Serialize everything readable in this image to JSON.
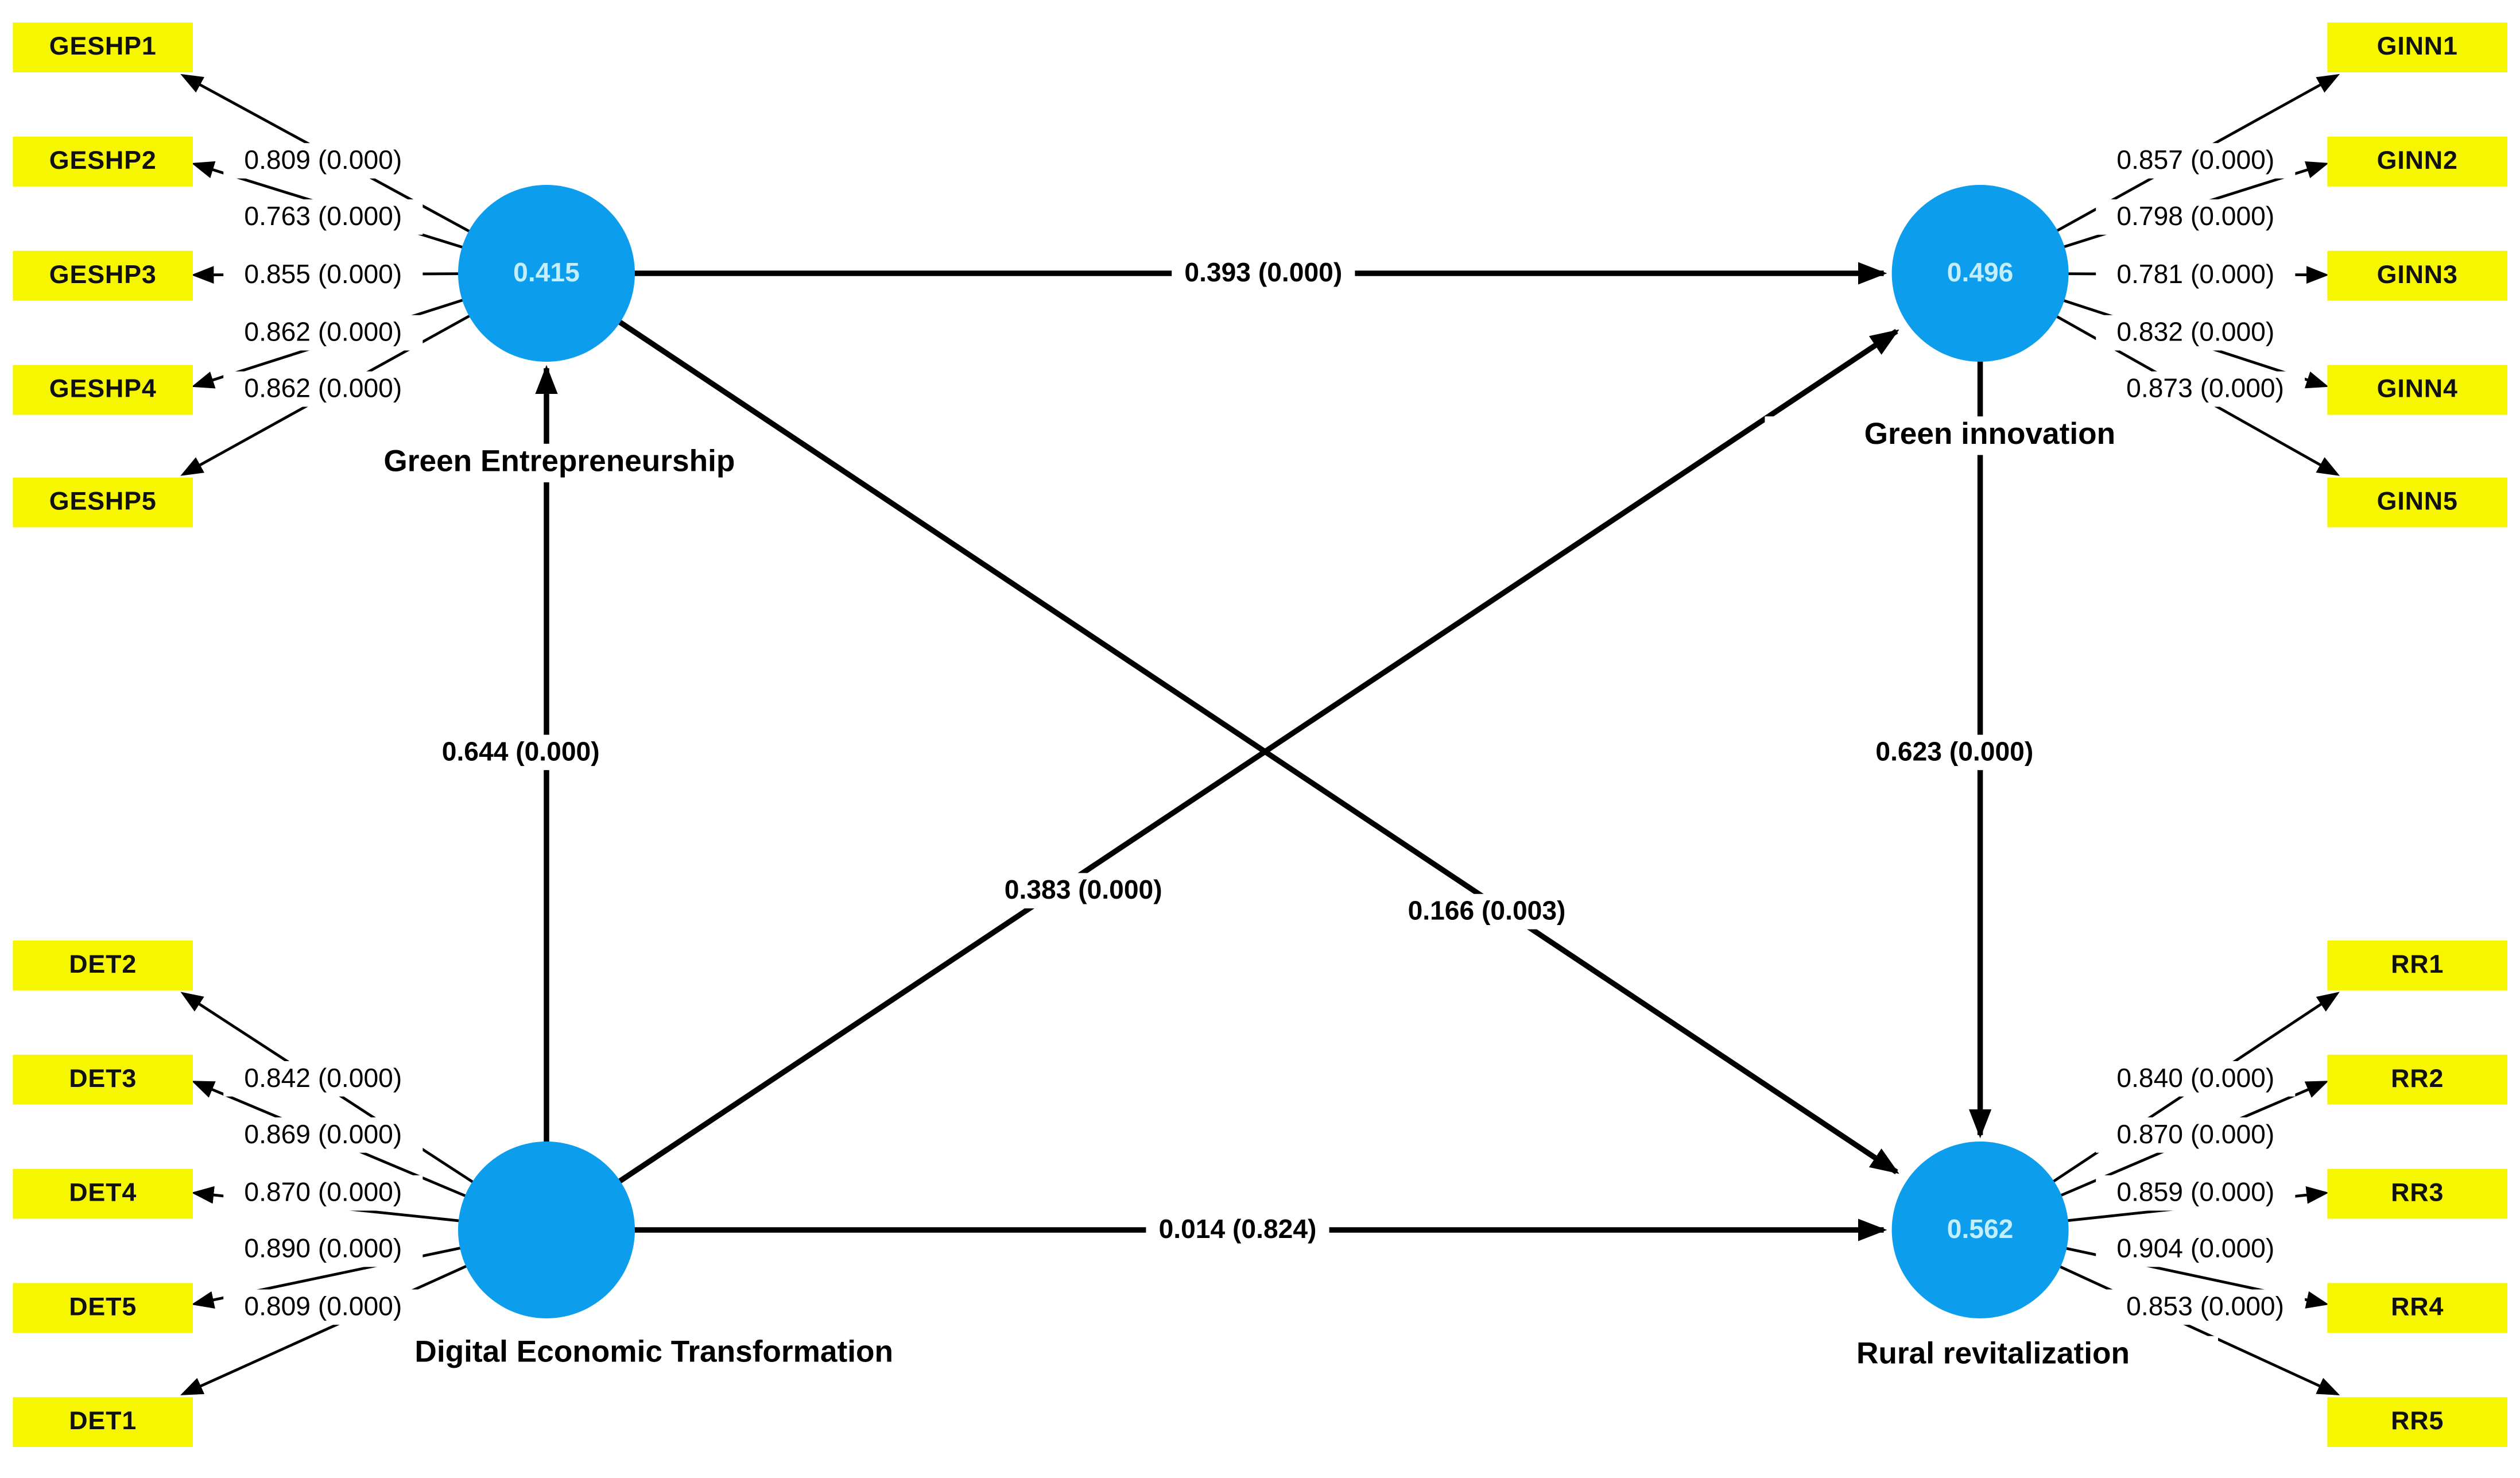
{
  "diagram": {
    "tool_style": "PLS-SEM path model",
    "colors": {
      "construct_fill": "#0d9ded",
      "indicator_fill": "#f6f600",
      "line": "#000000",
      "r2_text": "#c5eefc",
      "background": "#ffffff"
    },
    "constructs": [
      {
        "label": "Green Entrepreneurship",
        "r2": "0.415"
      },
      {
        "label": "Green innovation",
        "r2": "0.496"
      },
      {
        "label": "Digital Economic Transformation",
        "r2": ""
      },
      {
        "label": "Rural revitalization",
        "r2": "0.562"
      }
    ],
    "indicators": {
      "ge": [
        {
          "label": "GESHP1",
          "loading": "0.809 (0.000)"
        },
        {
          "label": "GESHP2",
          "loading": "0.763 (0.000)"
        },
        {
          "label": "GESHP3",
          "loading": "0.855 (0.000)"
        },
        {
          "label": "GESHP4",
          "loading": "0.862 (0.000)"
        },
        {
          "label": "GESHP5",
          "loading": "0.862 (0.000)"
        }
      ],
      "gi": [
        {
          "label": "GINN1",
          "loading": "0.857 (0.000)"
        },
        {
          "label": "GINN2",
          "loading": "0.798 (0.000)"
        },
        {
          "label": "GINN3",
          "loading": "0.781 (0.000)"
        },
        {
          "label": "GINN4",
          "loading": "0.832 (0.000)"
        },
        {
          "label": "GINN5",
          "loading": "0.873 (0.000)"
        }
      ],
      "det": [
        {
          "label": "DET2",
          "loading": "0.842 (0.000)"
        },
        {
          "label": "DET3",
          "loading": "0.869 (0.000)"
        },
        {
          "label": "DET4",
          "loading": "0.870 (0.000)"
        },
        {
          "label": "DET5",
          "loading": "0.890 (0.000)"
        },
        {
          "label": "DET1",
          "loading": "0.809 (0.000)"
        }
      ],
      "rr": [
        {
          "label": "RR1",
          "loading": "0.840 (0.000)"
        },
        {
          "label": "RR2",
          "loading": "0.870 (0.000)"
        },
        {
          "label": "RR3",
          "loading": "0.859 (0.000)"
        },
        {
          "label": "RR4",
          "loading": "0.904 (0.000)"
        },
        {
          "label": "RR5",
          "loading": "0.853 (0.000)"
        }
      ]
    },
    "paths": [
      {
        "from": "Green Entrepreneurship",
        "to": "Green innovation",
        "label": "0.393 (0.000)"
      },
      {
        "from": "Digital Economic Transformation",
        "to": "Green Entrepreneurship",
        "label": "0.644 (0.000)"
      },
      {
        "from": "Digital Economic Transformation",
        "to": "Green innovation",
        "label": "0.383 (0.000)"
      },
      {
        "from": "Green Entrepreneurship",
        "to": "Rural revitalization",
        "label": "0.166 (0.003)"
      },
      {
        "from": "Green innovation",
        "to": "Rural revitalization",
        "label": "0.623 (0.000)"
      },
      {
        "from": "Digital Economic Transformation",
        "to": "Rural revitalization",
        "label": "0.014 (0.824)"
      }
    ]
  }
}
